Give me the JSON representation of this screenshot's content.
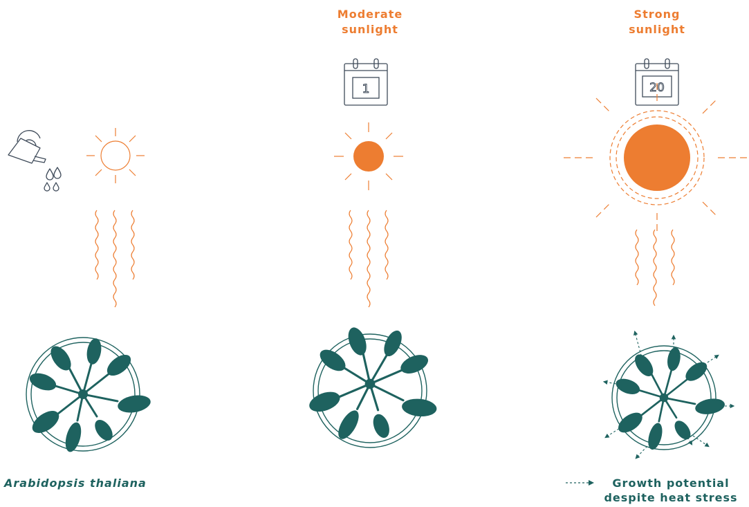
{
  "colors": {
    "accent": "#ED7D31",
    "plant": "#1E625F",
    "outline": "#3E4A59",
    "background": "#FFFFFF"
  },
  "panels": [
    {
      "id": "baseline",
      "title": "",
      "icons": [
        "watering-can-icon",
        "sun-outline-icon",
        "heat-wave-icon",
        "potted-plant-icon"
      ]
    },
    {
      "id": "moderate",
      "title": "Moderate\nsunlight",
      "calendar_day": "1",
      "icons": [
        "calendar-icon",
        "sun-filled-icon",
        "heat-wave-icon",
        "potted-plant-icon"
      ]
    },
    {
      "id": "strong",
      "title": "Strong\nsunlight",
      "calendar_day": "20",
      "icons": [
        "calendar-icon",
        "large-sun-icon",
        "heat-wave-icon",
        "potted-plant-growth-icon"
      ]
    }
  ],
  "captions": {
    "species": "Arabidopsis thaliana",
    "legend": "Growth potential\ndespite heat stress"
  },
  "legend": {
    "icon": "dashed-arrow-icon"
  }
}
